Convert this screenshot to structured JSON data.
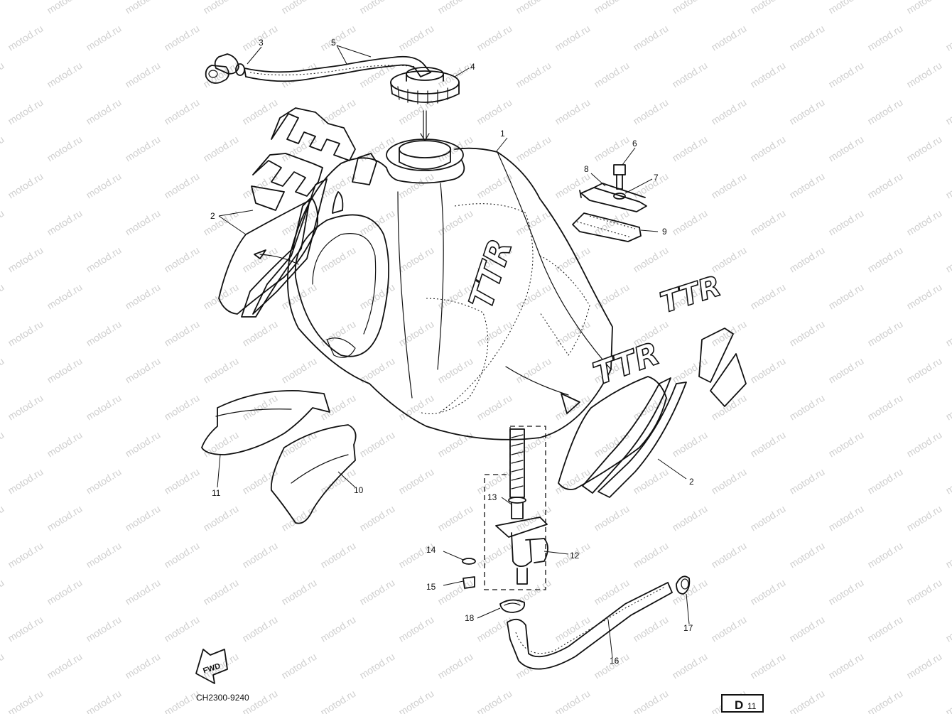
{
  "watermark": "motod.ru",
  "drawing_code": "CH2300-9240",
  "page_reference": {
    "letter": "D",
    "number": "11"
  },
  "fwd_label": "FWD",
  "decal_text": "TTR",
  "callouts": [
    {
      "id": "c1",
      "label": "1"
    },
    {
      "id": "c2a",
      "label": "2"
    },
    {
      "id": "c2b",
      "label": "2"
    },
    {
      "id": "c3",
      "label": "3"
    },
    {
      "id": "c4",
      "label": "4"
    },
    {
      "id": "c5",
      "label": "5"
    },
    {
      "id": "c6",
      "label": "6"
    },
    {
      "id": "c7",
      "label": "7"
    },
    {
      "id": "c8",
      "label": "8"
    },
    {
      "id": "c9",
      "label": "9"
    },
    {
      "id": "c10",
      "label": "10"
    },
    {
      "id": "c11",
      "label": "11"
    },
    {
      "id": "c12",
      "label": "12"
    },
    {
      "id": "c13",
      "label": "13"
    },
    {
      "id": "c14",
      "label": "14"
    },
    {
      "id": "c15",
      "label": "15"
    },
    {
      "id": "c16",
      "label": "16"
    },
    {
      "id": "c17",
      "label": "17"
    },
    {
      "id": "c18",
      "label": "18"
    }
  ]
}
